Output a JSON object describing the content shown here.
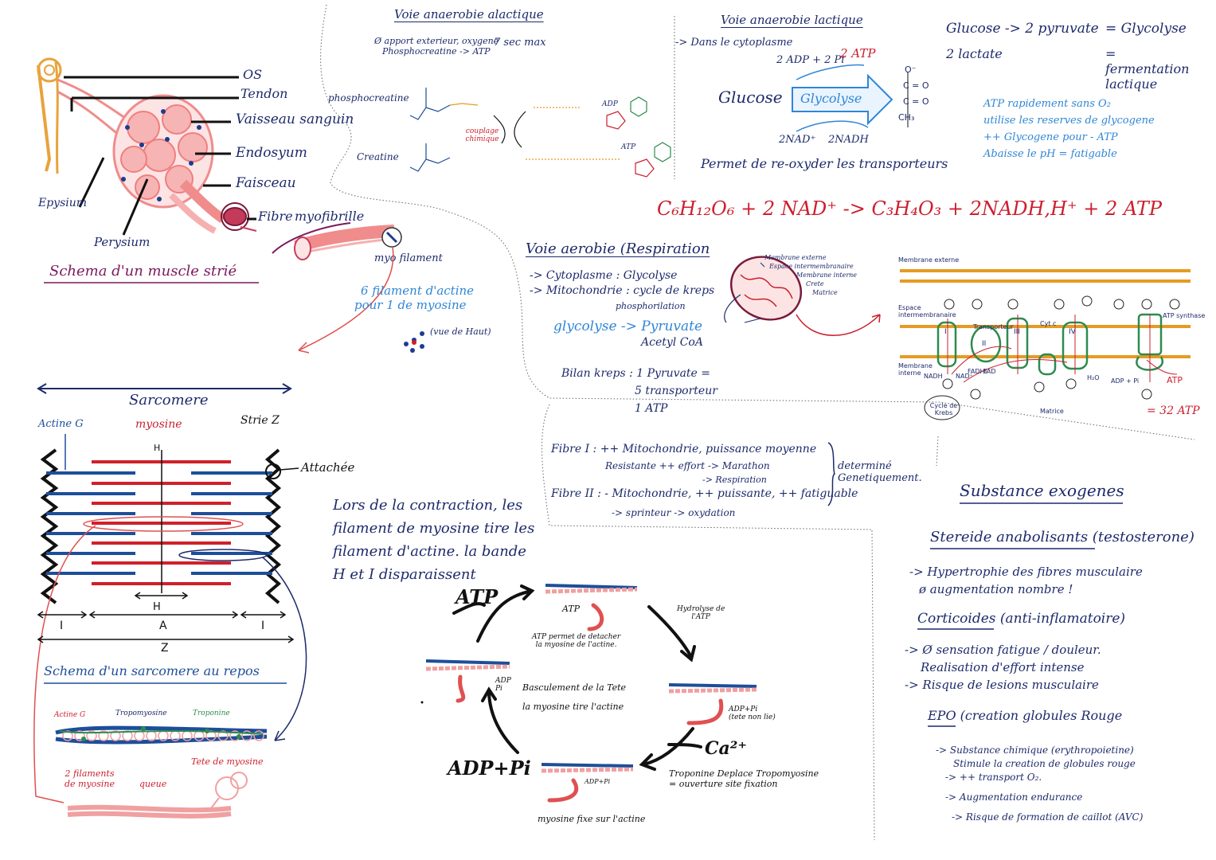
{
  "muscle": {
    "labels": [
      "OS",
      "Tendon",
      "Vaisseau sanguin",
      "Endosyum",
      "Faisceau",
      "Fibre",
      "myofibrille",
      "Epysium",
      "Perysium",
      "myo filament"
    ],
    "title": "Schema d'un muscle strié",
    "actine_ratio": [
      "6 filament d'actine",
      "pour 1 de myosine"
    ],
    "vue": "(vue de Haut)"
  },
  "anaerobie_alactique": {
    "title": "Voie anaerobie alactique",
    "notes": [
      "Ø apport exterieur, oxygene",
      "Phosphocreatine -> ATP"
    ],
    "duree": "7 sec max",
    "labels": [
      "phosphocreatine",
      "Creatine",
      "couplage chimique",
      "ADP",
      "ATP"
    ]
  },
  "anaerobie_lactique": {
    "title": "Voie anaerobie lactique",
    "lieu": "-> Dans le cytoplasme",
    "equation_top": "2 ADP + 2 Pi",
    "atp": "2 ATP",
    "glucose": "Glucose",
    "glycolyse": "Glycolyse",
    "nad": "2NAD⁺",
    "nadh": "2NADH",
    "note": "Permet de re-oxyder les transporteurs",
    "pyruvate_formula": [
      "O⁻",
      "C = O",
      "C = O",
      "CH₃"
    ]
  },
  "glycolyse_summary": {
    "lines": [
      "Glucose -> 2 pyruvate",
      "2 lactate"
    ],
    "results": [
      "= Glycolyse",
      "= fermentation lactique"
    ],
    "notes": [
      "ATP rapidement sans O₂",
      "utilise les reserves de glycogene",
      "++ Glycogene pour - ATP",
      "Abaisse le pH = fatigable"
    ]
  },
  "equation": {
    "text": "C₆H₁₂O₆ + 2 NAD⁺ -> C₃H₄O₃ + 2NADH,H⁺ + 2 ATP"
  },
  "aerobie": {
    "title": "Voie aerobie (Respiration",
    "lines": [
      "-> Cytoplasme : Glycolyse",
      "-> Mitochondrie : cycle de kreps",
      "phosphorilation"
    ],
    "glycolyse": "glycolyse -> Pyruvate",
    "acetyl": "Acetyl CoA",
    "bilan": [
      "Bilan kreps : 1 Pyruvate =",
      "5 transporteur",
      "1 ATP"
    ],
    "mito_labels": [
      "Membrane externe",
      "Espace intermembranaire",
      "Membrane interne",
      "Crete",
      "Matrice"
    ]
  },
  "chaine": {
    "labels": [
      "Membrane externe",
      "Espace intermembranaire",
      "Membrane interne",
      "Transporteur",
      "Cyt c",
      "ATP synthase",
      "Matrice",
      "Cycle de Krebs",
      "NADH",
      "NAD⁺",
      "FADH₂",
      "FAD",
      "H₂O",
      "ADP + Pi",
      "ATP"
    ],
    "roman": [
      "I",
      "II",
      "III",
      "IV"
    ],
    "total": "= 32 ATP"
  },
  "fibres": {
    "fibre1": [
      "Fibre I : ++ Mitochondrie, puissance moyenne",
      "Resistante ++ effort -> Marathon",
      "-> Respiration"
    ],
    "fibre2": [
      "Fibre II : - Mitochondrie, ++ puissante, ++ fatiguable",
      "-> sprinteur   -> oxydation"
    ],
    "note": [
      "determiné",
      "Genetiquement."
    ]
  },
  "sarcomere": {
    "title": "Sarcomere",
    "labels": [
      "Actine G",
      "myosine",
      "Strie Z",
      "Attachée",
      "H"
    ],
    "bands": [
      "H",
      "I",
      "A",
      "I",
      "Z"
    ],
    "schema_title": "Schema d'un sarcomere au repos",
    "detail_labels": [
      "Actine G",
      "Tropomyosine",
      "Troponine"
    ],
    "myosin_labels": [
      "2 filaments de myosine",
      "queue",
      "Tete de myosine"
    ]
  },
  "contraction": {
    "text": [
      "Lors de la contraction, les",
      "filament de myosine tire les",
      "filament d'actine. la bande",
      "H et I disparaissent"
    ]
  },
  "cycle": {
    "atp": "ATP",
    "adppi": "ADP+Pi",
    "ca": "Ca²⁺",
    "top_atp": "ATP",
    "top_note": [
      "ATP permet de detacher",
      "la myosine de l'actine."
    ],
    "hydrolyse": [
      "Hydrolyse de",
      "l'ATP"
    ],
    "right_label": [
      "ADP+Pi",
      "(tete non lie)"
    ],
    "troponine": [
      "Troponine Deplace Tropomyosine",
      "= ouverture site fixation"
    ],
    "bottom_label": "ADP+Pi",
    "bottom_note": "myosine fixe sur l'actine",
    "left_label": [
      "ADP",
      "Pi"
    ],
    "bascule": [
      "Basculement de la Tete",
      "la myosine tire l'actine"
    ]
  },
  "substances": {
    "title": "Substance exogenes",
    "steroide": "Stereide anabolisants (testosterone)",
    "steroide_notes": [
      "-> Hypertrophie des fibres musculaire",
      "ø augmentation nombre !"
    ],
    "cortico": "Corticoides (anti-inflamatoire)",
    "cortico_notes": [
      "-> Ø sensation fatigue / douleur.",
      "Realisation d'effort intense",
      "-> Risque de lesions musculaire"
    ],
    "epo": "EPO (creation globules Rouge",
    "epo_notes": [
      "-> Substance chimique (erythropoietine)",
      "Stimule la creation de globules rouge",
      "-> ++ transport O₂.",
      "-> Augmentation endurance",
      "-> Risque de formation de caillot (AVC)"
    ]
  }
}
